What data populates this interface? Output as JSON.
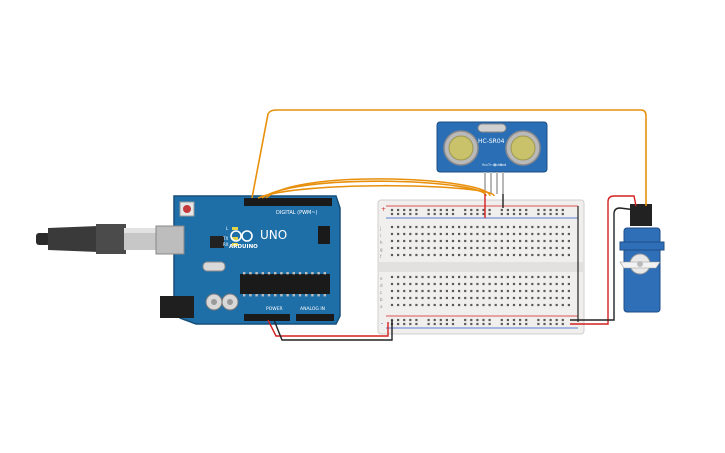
{
  "arduino": {
    "brand": "ARDUINO",
    "model": "UNO",
    "digital_header": "DIGITAL (PWM~)",
    "power_label": "POWER",
    "analog_label": "ANALOG IN",
    "tx_label": "TX",
    "rx_label": "RX",
    "l_label": "L"
  },
  "sensor": {
    "model": "HC-SR04",
    "pins": [
      "Vcc",
      "Trig",
      "Echo",
      "Gnd"
    ]
  },
  "breadboard": {
    "row_letters_top": [
      "j",
      "i",
      "h",
      "g",
      "f"
    ],
    "row_letters_bottom": [
      "e",
      "d",
      "c",
      "b",
      "a"
    ],
    "column_count": 30,
    "rail_plus": "+",
    "rail_minus": "-"
  },
  "colors": {
    "arduino_blue": "#1e6fa8",
    "wire_orange": "#e8900c",
    "wire_red": "#d42020",
    "wire_black": "#222222",
    "sensor_blue": "#2a6fb5",
    "servo_blue": "#2f6fb8"
  }
}
